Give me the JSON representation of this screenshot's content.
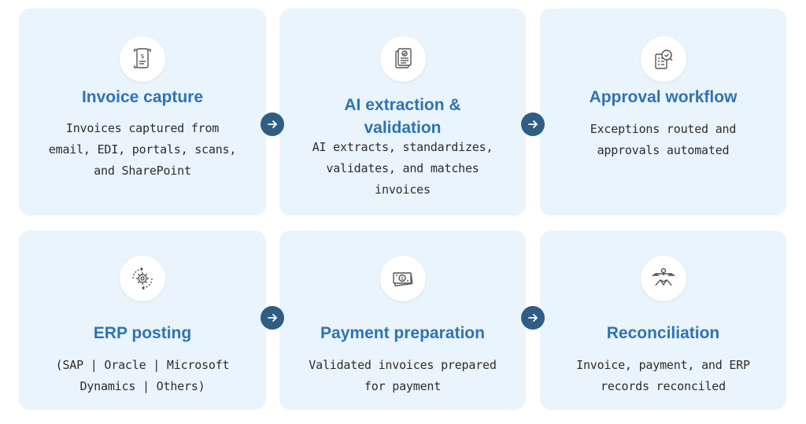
{
  "steps": [
    {
      "icon": "invoice-phone-icon",
      "title": "Invoice capture",
      "desc": [
        "Invoices captured from",
        "email, EDI, portals, scans,",
        "and SharePoint"
      ]
    },
    {
      "icon": "document-check-icon",
      "title_lines": [
        "AI extraction &",
        "validation"
      ],
      "desc": [
        "AI extracts, standardizes,",
        "validates, and matches",
        "invoices"
      ]
    },
    {
      "icon": "approval-search-icon",
      "title": "Approval workflow",
      "desc": [
        "Exceptions routed and",
        "approvals automated"
      ]
    },
    {
      "icon": "gear-cycle-icon",
      "title": "ERP posting",
      "desc": [
        "(SAP | Oracle | Microsoft",
        "Dynamics | Others)"
      ]
    },
    {
      "icon": "money-bill-icon",
      "title": "Payment preparation",
      "desc": [
        "Validated invoices prepared",
        "for payment"
      ]
    },
    {
      "icon": "handshake-reconcile-icon",
      "title": "Reconciliation",
      "desc": [
        "Invoice, payment, and ERP",
        "records reconciled"
      ]
    }
  ],
  "arrow_icon": "arrow-right-icon",
  "colors": {
    "card_bg": "#eaf4fc",
    "title": "#2f73b2",
    "arrow_bg": "#2f5d84",
    "text": "#2c2c2c"
  }
}
